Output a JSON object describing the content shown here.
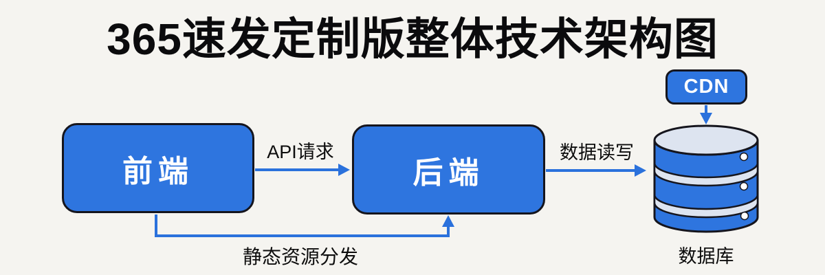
{
  "title": "365速发定制版整体技术架构图",
  "diagram": {
    "nodes": {
      "frontend": {
        "label": "前端",
        "shape": "rounded-rect"
      },
      "backend": {
        "label": "后端",
        "shape": "rounded-rect"
      },
      "cdn": {
        "label": "CDN",
        "shape": "rounded-rect"
      },
      "database": {
        "label": "数据库",
        "shape": "cylinder"
      }
    },
    "edges": [
      {
        "from": "frontend",
        "to": "backend",
        "label": "API请求",
        "style": "straight-arrow-right"
      },
      {
        "from": "backend",
        "to": "database",
        "label": "数据读写",
        "style": "straight-arrow-right"
      },
      {
        "from": "cdn",
        "to": "database",
        "label": "",
        "style": "straight-arrow-down"
      },
      {
        "from": "frontend",
        "to": "backend",
        "label": "静态资源分发",
        "style": "elbow-bottom-arrow-up"
      }
    ]
  },
  "colors": {
    "background": "#f5f4f0",
    "node_fill": "#2e75df",
    "node_border": "#15151d",
    "node_text": "#ffffff",
    "arrow": "#2a71dc",
    "cylinder_light": "#dde4f0",
    "label_text": "#0d0d0d",
    "title_text": "#0b0b0d"
  }
}
